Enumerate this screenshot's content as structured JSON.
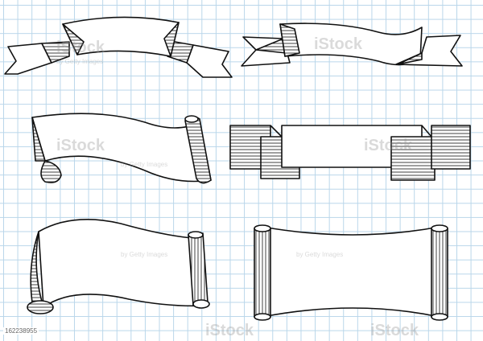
{
  "image": {
    "background": "graph-paper",
    "grid_color": "#b9d6ea",
    "line_color": "#111111",
    "stock_id": "162238955",
    "watermark": {
      "brand": "iStock",
      "credit": "by Getty Images"
    },
    "items": [
      {
        "name": "ribbon-banner-arched"
      },
      {
        "name": "ribbon-banner-folded"
      },
      {
        "name": "scroll-banner-wavy"
      },
      {
        "name": "ribbon-banner-panel"
      },
      {
        "name": "scroll-paper-curled"
      },
      {
        "name": "scroll-paper-rolled"
      }
    ]
  }
}
